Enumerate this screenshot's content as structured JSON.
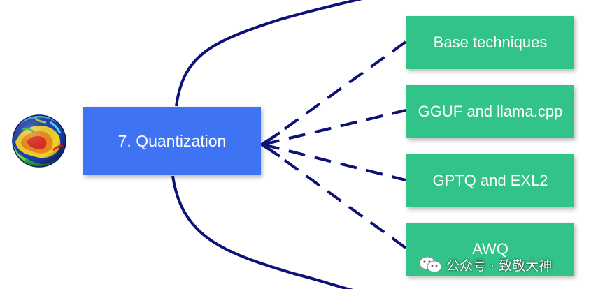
{
  "main_topic": {
    "label": "7. Quantization",
    "color": "#3e73f4"
  },
  "subtopics": [
    {
      "label": "Base techniques"
    },
    {
      "label": "GGUF and llama.cpp"
    },
    {
      "label": "GPTQ and EXL2"
    },
    {
      "label": "AWQ"
    }
  ],
  "subtopic_color": "#31c388",
  "connector_color": "#0e1177",
  "icons": {
    "topic_icon": "globe-icon",
    "watermark_icon": "wechat-icon"
  },
  "watermark": {
    "text": "公众号 · 致敬大神"
  }
}
